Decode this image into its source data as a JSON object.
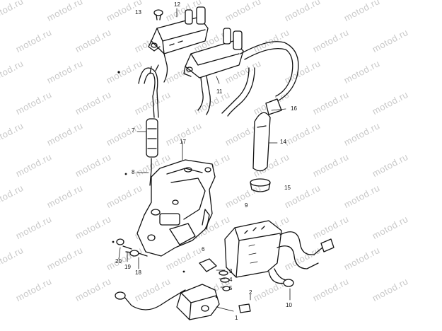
{
  "watermark": "motod.ru",
  "callouts": {
    "c1": "1",
    "c2": "2",
    "c3": "3",
    "c4": "4",
    "c5": "5",
    "c6": "6",
    "c7": "7",
    "c8": "8",
    "c9": "9",
    "c10": "10",
    "c11": "11",
    "c12": "12",
    "c13": "13",
    "c14": "14",
    "c15": "15",
    "c16": "16",
    "c17": "17",
    "c18": "18",
    "c19": "19",
    "c20": "20"
  }
}
